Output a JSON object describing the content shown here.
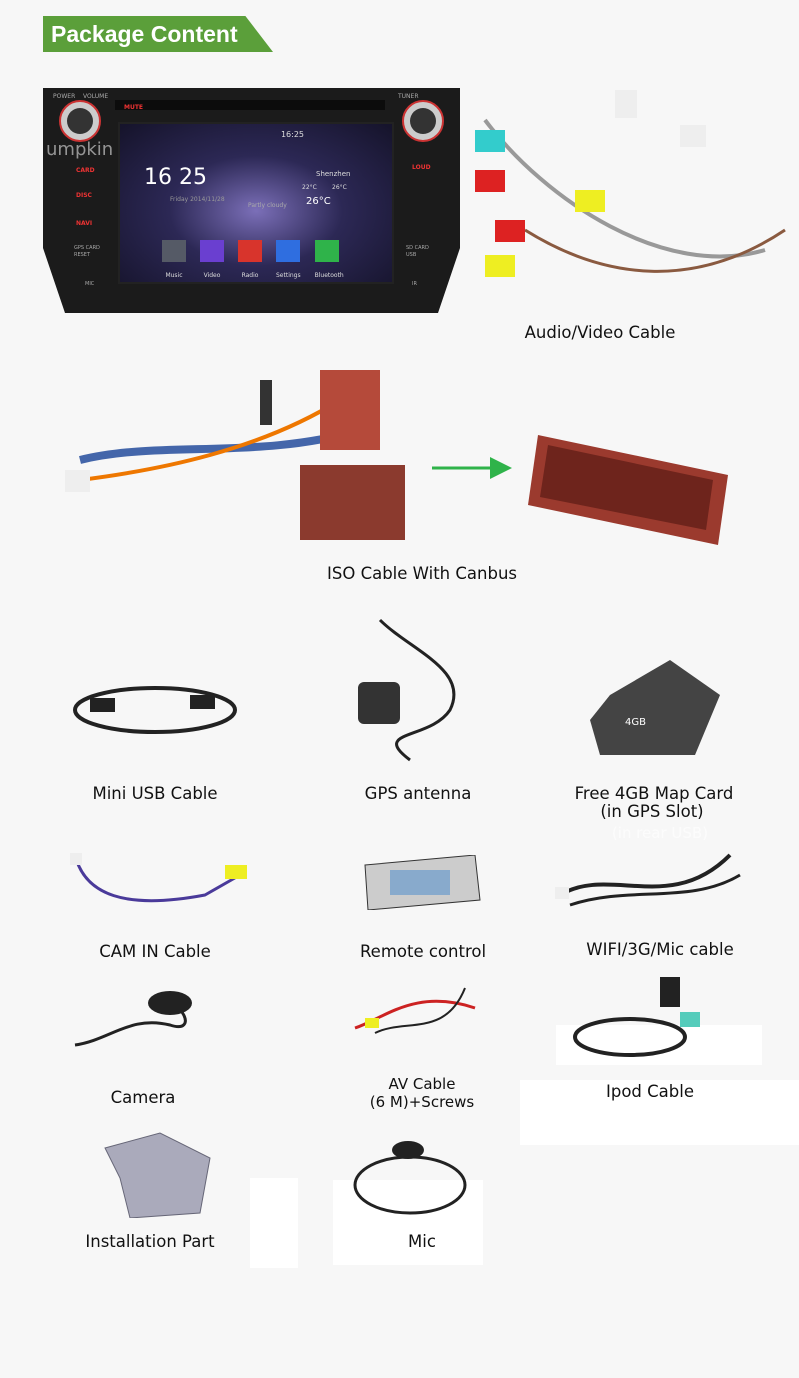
{
  "banner": {
    "title": "Package Content"
  },
  "stereo": {
    "brand_watermark": "umpkin",
    "labels": {
      "power": "POWER",
      "volume": "VOLUME",
      "tuner": "TUNER",
      "mute": "MUTE",
      "card": "CARD",
      "disc": "DISC",
      "navi": "NAVI",
      "gps_reset": "GPS CARD RESET",
      "mic": "MIC",
      "loud": "LOUD",
      "sd_usb": "SD CARD USB",
      "ir": "IR"
    },
    "screen": {
      "status_time": "16:25",
      "clock": "16 25",
      "date": "Friday 2014/11/28",
      "city": "Shenzhen",
      "low": "22°C",
      "high": "26°C",
      "temp": "26°C",
      "condition": "Partly cloudy",
      "apps": [
        {
          "label": "Music",
          "color": "#555a66"
        },
        {
          "label": "Video",
          "color": "#6a3fd0"
        },
        {
          "label": "Radio",
          "color": "#d8342c"
        },
        {
          "label": "Settings",
          "color": "#2f6ee0"
        },
        {
          "label": "Bluetooth",
          "color": "#2fb34a"
        }
      ]
    }
  },
  "items": {
    "av_cable": "Audio/Video Cable",
    "iso_cable": "ISO Cable With Canbus",
    "mini_usb": "Mini USB Cable",
    "gps": "GPS antenna",
    "map_card_1": "Free 4GB Map Card",
    "map_card_2": "(in GPS Slot)",
    "map_card_ghost": "(in rear USB)",
    "sd_card_text": "4GB",
    "cam_in": "CAM IN Cable",
    "remote": "Remote control",
    "wifi": "WIFI/3G/Mic cable",
    "camera": "Camera",
    "av_cable2_1": "AV Cable",
    "av_cable2_2": "(6 M)+Screws",
    "ipod": "Ipod Cable",
    "install": "Installation Part",
    "mic": "Mic"
  },
  "colors": {
    "banner": "#5b9f3a",
    "arrow": "#2fb34a"
  }
}
